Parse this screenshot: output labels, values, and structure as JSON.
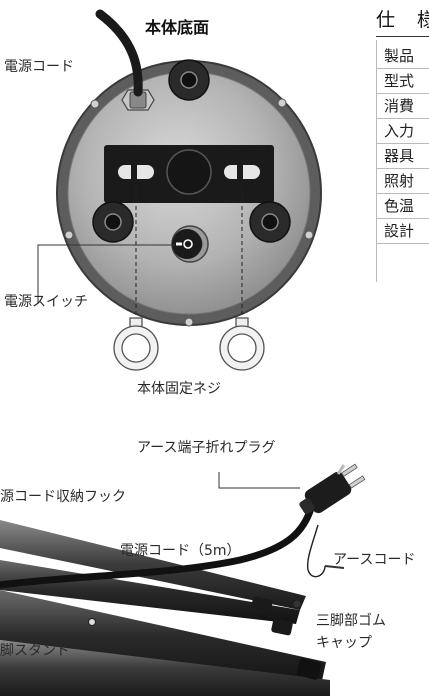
{
  "bottom_view": {
    "title": "本体底面",
    "power_cord_label": "電源コード",
    "power_switch_label": "電源スイッチ",
    "fixing_screws_label": "本体固定ネジ"
  },
  "spec_table": {
    "heading": "仕 様",
    "rows": [
      "製品",
      "型式",
      "消費",
      "入力",
      "器具",
      "照射",
      "色温",
      "設計"
    ]
  },
  "stand_view": {
    "ground_plug_label": "アース端子折れプラグ",
    "cord_hook_label": "源コード収納フック",
    "power_cord_label": "電源コード（5m）",
    "ground_cord_label": "アースコード",
    "rubber_cap_label_line1": "三脚部ゴム",
    "rubber_cap_label_line2": "キャップ",
    "tripod_label": "脚スタンド"
  }
}
